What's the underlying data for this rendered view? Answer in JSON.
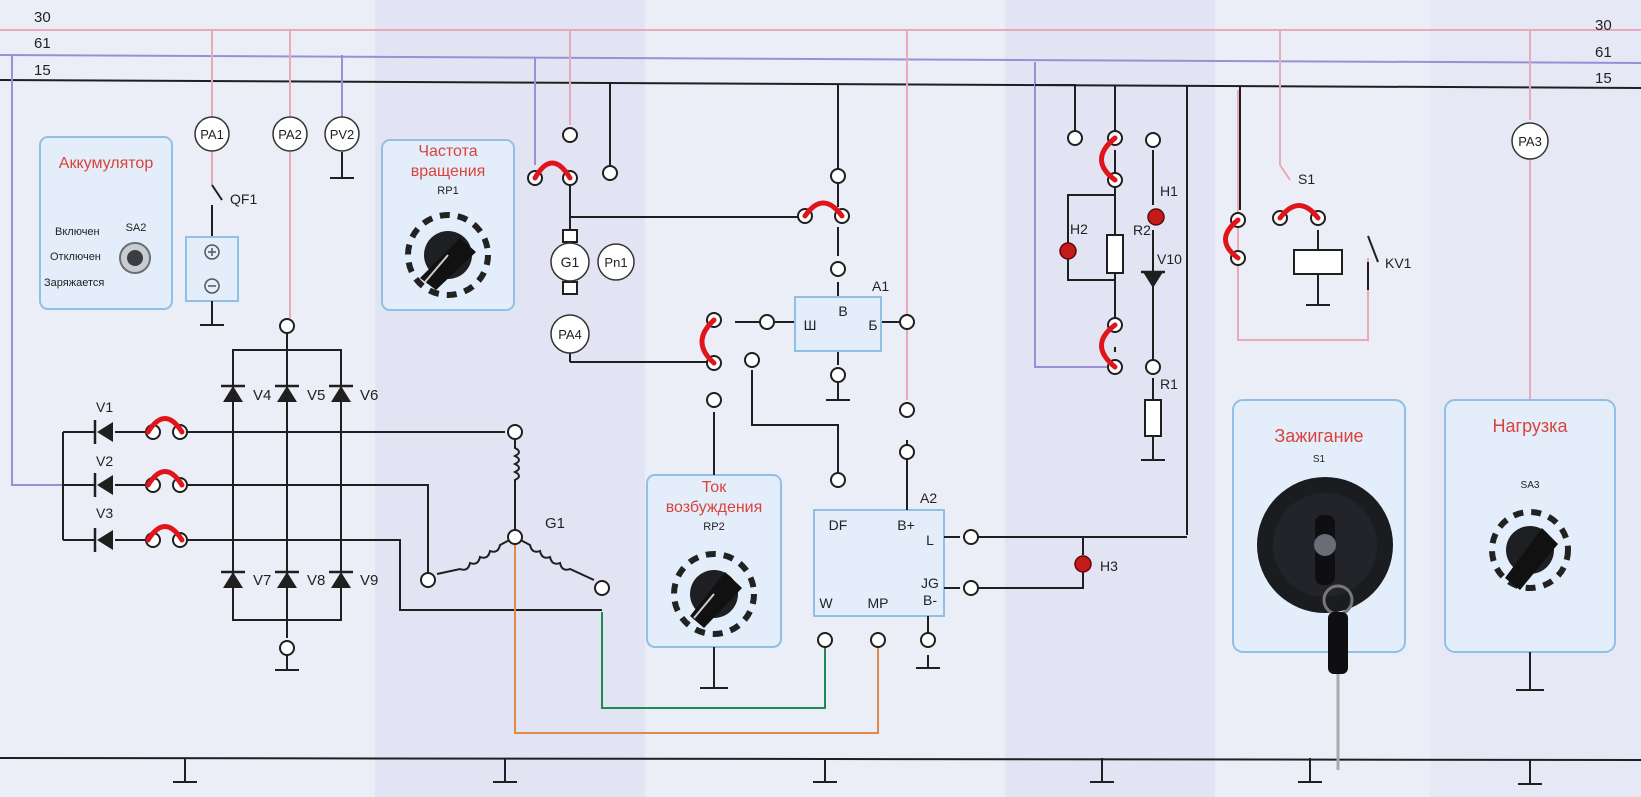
{
  "bus": {
    "left": [
      "30",
      "61",
      "15"
    ],
    "right": [
      "30",
      "61",
      "15"
    ]
  },
  "colors": {
    "line": "#1f1f1f",
    "bus30": "#e8a9b8",
    "bus61": "#9a8fd6",
    "bus15": "#1f1f1f",
    "jumper": "#e0141b",
    "panel_border": "#8fc0e6",
    "title": "#d9433b",
    "orange_wire": "#e08a4a",
    "green_wire": "#1f8a55"
  },
  "battery": {
    "title": "Аккумулятор",
    "switch": "SA2",
    "on": "Включен",
    "off": "Отключен",
    "charging": "Заряжается",
    "breaker": "QF1"
  },
  "meters": {
    "pa1": "PA1",
    "pa2": "PA2",
    "pv2": "PV2",
    "pa3": "PA3",
    "pa4": "PA4",
    "g1": "G1",
    "pn1": "Pn1"
  },
  "speed": {
    "title_line1": "Частота",
    "title_line2": "вращения",
    "knob": "RP1"
  },
  "field_current": {
    "title_line1": "Ток",
    "title_line2": "возбуждения",
    "knob": "RP2"
  },
  "diodes": {
    "v1": "V1",
    "v2": "V2",
    "v3": "V3",
    "v4": "V4",
    "v5": "V5",
    "v6": "V6",
    "v7": "V7",
    "v8": "V8",
    "v9": "V9",
    "v10": "V10"
  },
  "generator": "G1",
  "a1": {
    "name": "A1",
    "sh": "Ш",
    "b": "В",
    "bb": "Б"
  },
  "a2": {
    "name": "A2",
    "df": "DF",
    "bplus": "B+",
    "l": "L",
    "jg": "JG",
    "bminus": "B-",
    "w": "W",
    "mp": "MP"
  },
  "lamps": {
    "h1": "H1",
    "h2": "H2",
    "h3": "H3"
  },
  "resistors": {
    "r1": "R1",
    "r2": "R2"
  },
  "relay": {
    "switch": "S1",
    "contact": "KV1"
  },
  "ignition": {
    "title": "Зажигание",
    "switch": "S1"
  },
  "load": {
    "title": "Нагрузка",
    "switch": "SA3"
  }
}
